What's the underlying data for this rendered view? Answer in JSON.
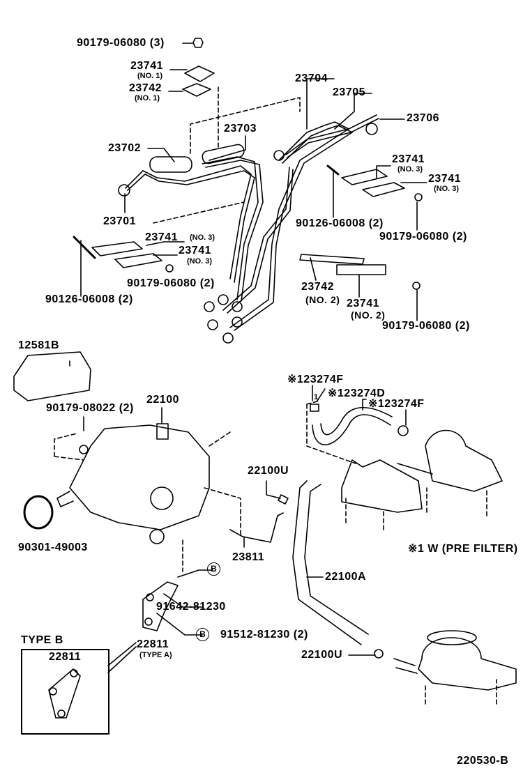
{
  "diagram_id": "220530-B",
  "labels": {
    "p1": "90179-06080 (3)",
    "p2": "23741",
    "p2s": "(NO. 1)",
    "p3": "23742",
    "p3s": "(NO. 1)",
    "p4": "23704",
    "p5": "23705",
    "p6": "23706",
    "p7": "23703",
    "p8": "23702",
    "p9": "23741",
    "p9s": "(NO. 3)",
    "p10": "23741",
    "p10s": "(NO. 3)",
    "p11": "23701",
    "p12": "90126-06008 (2)",
    "p13": "90179-06080 (2)",
    "p14": "23741",
    "p14s": "(NO. 3)",
    "p15": "23741",
    "p15s": "(NO. 3)",
    "p16": "90179-06080 (2)",
    "p17": "90126-06008 (2)",
    "p18": "23742",
    "p18s": "(NO. 2)",
    "p19": "23741",
    "p19s": "(NO. 2)",
    "p20": "90179-06080 (2)",
    "p21": "12581B",
    "p22": "※123274F",
    "p23": "※123274D",
    "p24": "※123274F",
    "p24b": "1",
    "p25": "90179-08022 (2)",
    "p26": "22100",
    "p27": "22100U",
    "p28": "90301-49003",
    "p29": "※1 W (PRE FILTER)",
    "p30": "23811",
    "p31": "22100A",
    "p32": "91642-81230",
    "p33": "91512-81230 (2)",
    "p34": "22811",
    "p34s": "(TYPE A)",
    "p35": "TYPE B",
    "p36": "22811",
    "p37": "22100U",
    "b1": "B",
    "b2": "B"
  }
}
